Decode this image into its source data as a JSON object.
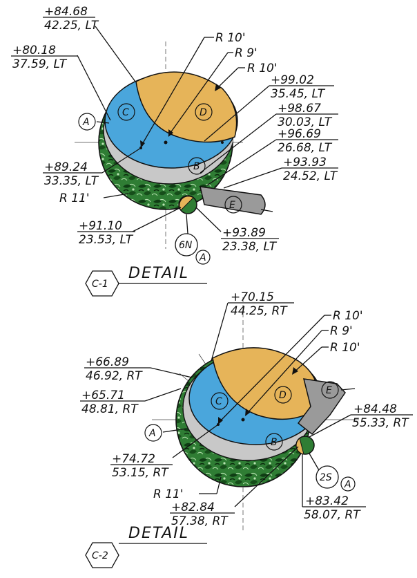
{
  "colors": {
    "tan": "#e6b459",
    "blue": "#4aa6dc",
    "grey": "#c8c8c8",
    "green": "#2f7d34",
    "dark_grey": "#9a9a9a"
  },
  "detail1": {
    "title": "DETAIL",
    "hex": "C-1",
    "radii": [
      "R 10'",
      "R 9'",
      "R 10'",
      "R 11'"
    ],
    "stations": [
      {
        "sta": "+84.68",
        "off": "42.25, LT"
      },
      {
        "sta": "+80.18",
        "off": "37.59, LT"
      },
      {
        "sta": "+99.02",
        "off": "35.45, LT"
      },
      {
        "sta": "+98.67",
        "off": "30.03, LT"
      },
      {
        "sta": "+96.69",
        "off": "26.68, LT"
      },
      {
        "sta": "+93.93",
        "off": "24.52, LT"
      },
      {
        "sta": "+89.24",
        "off": "33.35, LT"
      },
      {
        "sta": "+91.10",
        "off": "23.53, LT"
      },
      {
        "sta": "+93.89",
        "off": "23.38, LT"
      }
    ],
    "areas": [
      "A",
      "B",
      "C",
      "D",
      "E"
    ],
    "callout_main": "6N",
    "callout_sub": "A"
  },
  "detail2": {
    "title": "DETAIL",
    "hex": "C-2",
    "radii": [
      "R 10'",
      "R 9'",
      "R 10'",
      "R 11'"
    ],
    "stations": [
      {
        "sta": "+70.15",
        "off": "44.25, RT"
      },
      {
        "sta": "+66.89",
        "off": "46.92, RT"
      },
      {
        "sta": "+65.71",
        "off": "48.81, RT"
      },
      {
        "sta": "+84.48",
        "off": "55.33, RT"
      },
      {
        "sta": "+74.72",
        "off": "53.15, RT"
      },
      {
        "sta": "+82.84",
        "off": "57.38, RT"
      },
      {
        "sta": "+83.42",
        "off": "58.07, RT"
      }
    ],
    "areas": [
      "A",
      "B",
      "C",
      "D",
      "E"
    ],
    "callout_main": "2S",
    "callout_sub": "A"
  }
}
